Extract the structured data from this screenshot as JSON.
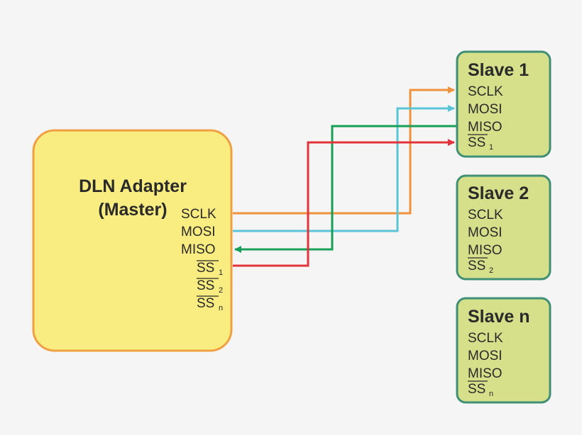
{
  "colors": {
    "background": "#f5f5f5",
    "master_fill": "#f9ec80",
    "master_stroke": "#f0a042",
    "slave_fill": "#d6e08a",
    "slave_stroke": "#3f8f76",
    "sclk": "#f0913c",
    "mosi": "#5bc4d6",
    "miso": "#179e57",
    "ss": "#e2343a",
    "text": "#2a2a2a"
  },
  "master": {
    "title_line1": "DLN Adapter",
    "title_line2": "(Master)",
    "pins": {
      "sclk": "SCLK",
      "mosi": "MOSI",
      "miso": "MISO",
      "ss": [
        "SS",
        "SS",
        "SS"
      ],
      "ss_sub": [
        "1",
        "2",
        "n"
      ]
    }
  },
  "slaves": [
    {
      "title": "Slave 1",
      "sclk": "SCLK",
      "mosi": "MOSI",
      "miso": "MISO",
      "ss": "SS",
      "ss_sub": "1"
    },
    {
      "title": "Slave 2",
      "sclk": "SCLK",
      "mosi": "MOSI",
      "miso": "MISO",
      "ss": "SS",
      "ss_sub": "2"
    },
    {
      "title": "Slave n",
      "sclk": "SCLK",
      "mosi": "MOSI",
      "miso": "MISO",
      "ss": "SS",
      "ss_sub": "n"
    }
  ],
  "signals": [
    {
      "id": "sclk",
      "direction": "master-to-slave"
    },
    {
      "id": "mosi",
      "direction": "master-to-slave"
    },
    {
      "id": "miso",
      "direction": "slave-to-master"
    },
    {
      "id": "ss",
      "direction": "master-to-slave"
    }
  ]
}
